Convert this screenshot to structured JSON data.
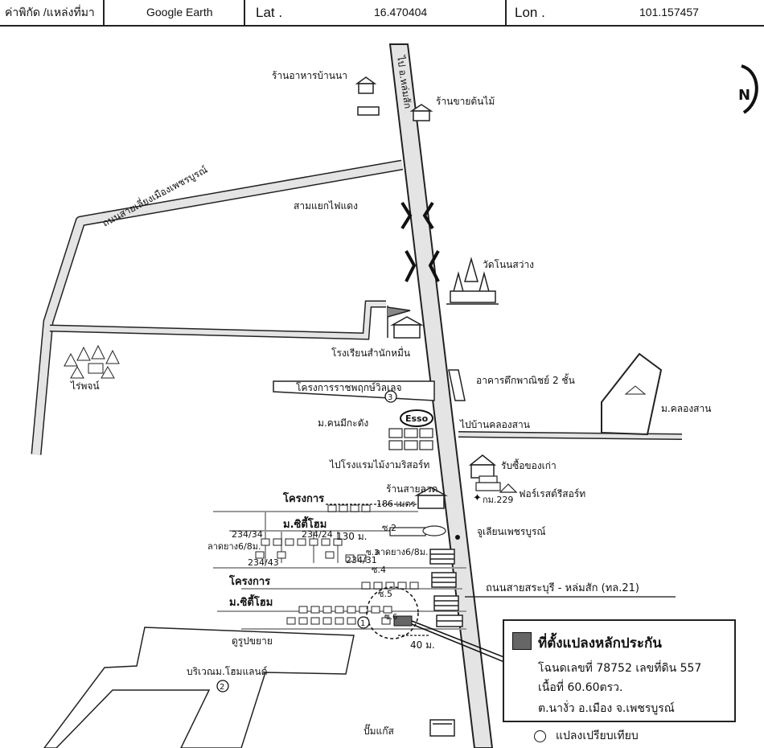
{
  "header": {
    "source_label": "ค่าพิกัด /แหล่งที่มา",
    "source_value": "Google Earth",
    "lat_label": "Lat .",
    "lat_value": "16.470404",
    "lon_label": "Lon .",
    "lon_value": "101.157457"
  },
  "compass": {
    "icon": "north-arrow-icon",
    "letter": "N"
  },
  "labels": {
    "restaurant": "ร้านอาหารบ้านนา",
    "plant_shop": "ร้านขายต้นไม้",
    "to_lomsak": "ไป อ.หล่มสัก",
    "bypass_road": "ถนนสายเลี่ยงเมืองเพชรบูรณ์",
    "traffic_light": "สามแยกไฟแดง",
    "temple": "วัดโนนสว่าง",
    "school": "โรงเรียนสำนักหมื่น",
    "farm": "ไร่พจน์",
    "royal_project": "โครงการราชพฤกษ์วิลเลจ",
    "commercial_bldg": "อาคารตึกพาณิชย์ 2 ชั้น",
    "khlong_san": "ม.คลองสาน",
    "to_khlong_san": "ไปบ้านคลองสาน",
    "kanomkadang": "ม.คนมีกะตัง",
    "esso": "Esso",
    "to_hotel": "ไปโรงแรมไม้งามริสอร์ท",
    "scrap_buyer": "รับซื้อของเก่า",
    "forest_resort": "ฟอร์เรสต์รีสอร์ท",
    "km_marker": "กม.229",
    "wire_shop": "ร้านสายลวด",
    "project1": "โครงการ",
    "distance186": "186 เมตร",
    "city_home1": "ม.ซิตี้โฮม",
    "soi2": "ซ.2",
    "house_234_34": "234/34",
    "house_234_24": "234/24",
    "dist130": "130 ม.",
    "asphalt1": "ลาดยาง6/8ม.",
    "asphalt2": "ลาดยาง6/8ม.",
    "soi3": "ซ.3",
    "house_234_43": "234/43",
    "house_234_31": "234/31",
    "soi4": "ซ.4",
    "julien": "จูเลียนเพชรบูรณ์",
    "main_road": "ถนนสายสระบุรี - หล่มสัก  (ทล.21)",
    "project2": "โครงการ",
    "city_home2": "ม.ซิตี้โฮม",
    "soi5": "ซ.5",
    "soi6": "ซ.6",
    "culvert": "ดูรูปขยาย",
    "homeland": "บริเวณม.โฮมแลนด์",
    "dist40": "40 ม.",
    "gas_pump": "ปั๊มแก๊ส",
    "num1": "1",
    "num2": "2",
    "num3": "3"
  },
  "legend": {
    "title": "ที่ตั้งแปลงหลักประกัน",
    "deed": "โฉนดเลขที่ 78752 เลขที่ดิน 557",
    "area": "เนื้อที่ 60.60ตรว.",
    "location": "ต.นางั่ว อ.เมือง จ.เพชรบูรณ์",
    "comparison": "แปลงเปรียบเทียบ"
  },
  "colors": {
    "road_fill": "#e4e4e4",
    "road_edge": "#222222",
    "plot": "#666666"
  }
}
